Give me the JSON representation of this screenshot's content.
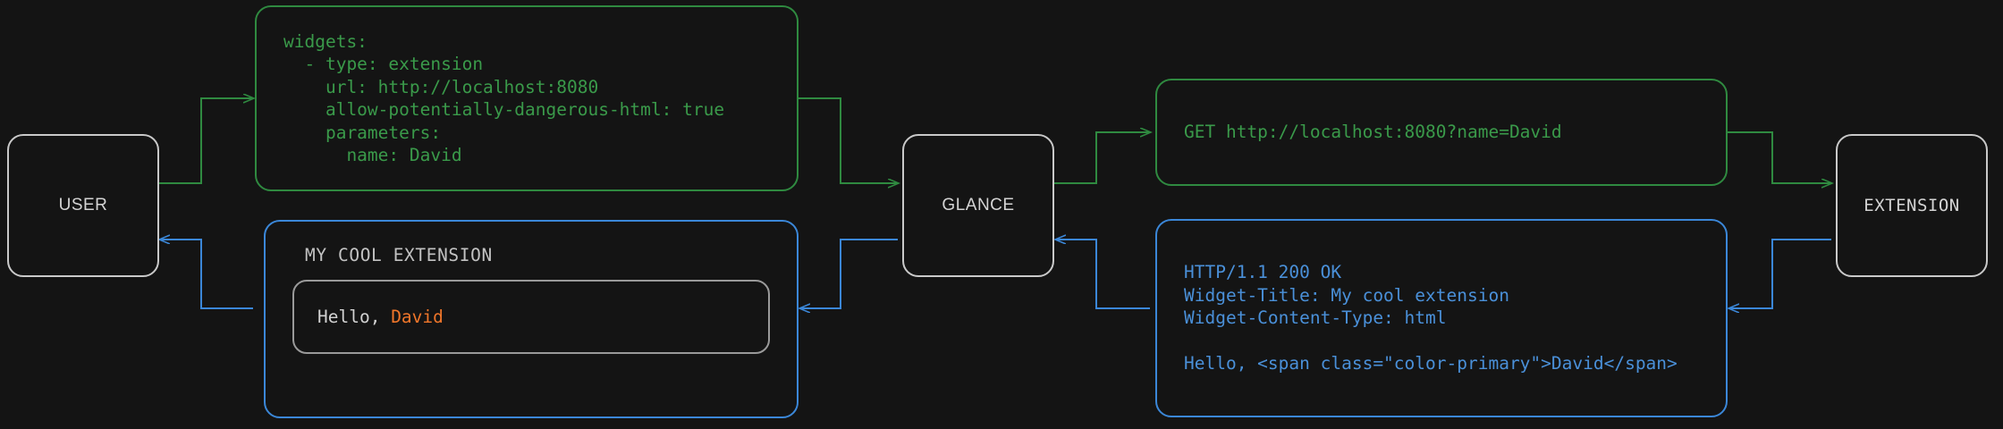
{
  "theme": {
    "background": "#141414",
    "node_border": "#c9c9c9",
    "request_color": "#3a9a4a",
    "response_color": "#4a90d9",
    "accent_color": "#f0762a",
    "text_color": "#d4d4d4"
  },
  "nodes": {
    "user": {
      "label": "USER"
    },
    "glance": {
      "label": "GLANCE"
    },
    "extension": {
      "label": "EXTENSION"
    }
  },
  "config_box": {
    "name": "glance-widget-yaml-config",
    "lines": [
      "widgets:",
      "  - type: extension",
      "    url: http://localhost:8080",
      "    allow-potentially-dangerous-html: true",
      "    parameters:",
      "      name: David"
    ],
    "text": "widgets:\n  - type: extension\n    url: http://localhost:8080\n    allow-potentially-dangerous-html: true\n    parameters:\n      name: David"
  },
  "request_box": {
    "name": "http-get-request",
    "lines": [
      "GET http://localhost:8080?name=David"
    ],
    "text": "GET http://localhost:8080?name=David"
  },
  "response_box": {
    "name": "http-response",
    "lines": [
      "HTTP/1.1 200 OK",
      "Widget-Title: My cool extension",
      "Widget-Content-Type: html",
      "",
      "Hello, <span class=\"color-primary\">David</span>"
    ],
    "text": "HTTP/1.1 200 OK\nWidget-Title: My cool extension\nWidget-Content-Type: html\n\nHello, <span class=\"color-primary\">David</span>"
  },
  "widget_preview": {
    "title": "MY COOL EXTENSION",
    "body_prefix": "Hello, ",
    "body_accent": "David"
  },
  "arrows": [
    {
      "name": "user-to-config",
      "color": "#2f8a40",
      "direction": "right"
    },
    {
      "name": "config-to-glance",
      "color": "#2f8a40",
      "direction": "right"
    },
    {
      "name": "glance-to-request",
      "color": "#2f8a40",
      "direction": "right"
    },
    {
      "name": "request-to-extension",
      "color": "#2f8a40",
      "direction": "right"
    },
    {
      "name": "extension-to-response",
      "color": "#3b87d8",
      "direction": "left"
    },
    {
      "name": "response-to-glance",
      "color": "#3b87d8",
      "direction": "left"
    },
    {
      "name": "glance-to-widget",
      "color": "#3b87d8",
      "direction": "left"
    },
    {
      "name": "widget-to-user",
      "color": "#3b87d8",
      "direction": "left"
    }
  ]
}
